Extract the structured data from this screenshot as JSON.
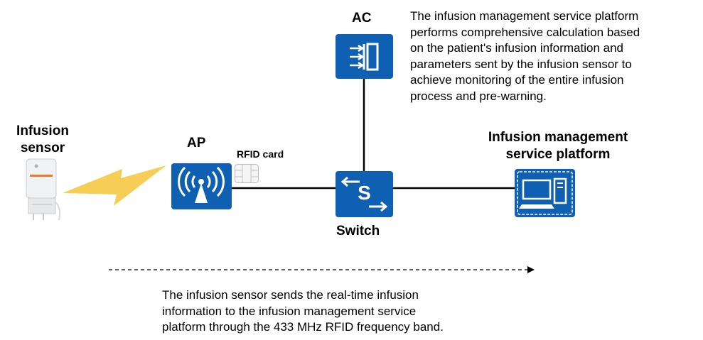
{
  "nodes": {
    "ac": {
      "label": "AC"
    },
    "ap": {
      "label": "AP"
    },
    "switch": {
      "label": "Switch",
      "icon_letter": "S"
    },
    "platform": {
      "label_line1": "Infusion management",
      "label_line2": "service platform"
    },
    "sensor": {
      "label_line1": "Infusion",
      "label_line2": "sensor"
    },
    "rfid": {
      "label": "RFID card"
    }
  },
  "notes": {
    "platform_note": [
      "The infusion management service platform",
      "performs comprehensive calculation based",
      "on the patient's infusion information and",
      "parameters sent by the infusion sensor to",
      "achieve monitoring of the entire infusion",
      "process and pre-warning."
    ],
    "flow_note": [
      "The infusion sensor sends the real-time infusion",
      "information to the infusion management service",
      "platform through the 433 MHz RFID frequency band."
    ]
  },
  "colors": {
    "device_blue": "#0f5fb2",
    "wireless_yellow": "#f5c842",
    "line": "#000000"
  }
}
